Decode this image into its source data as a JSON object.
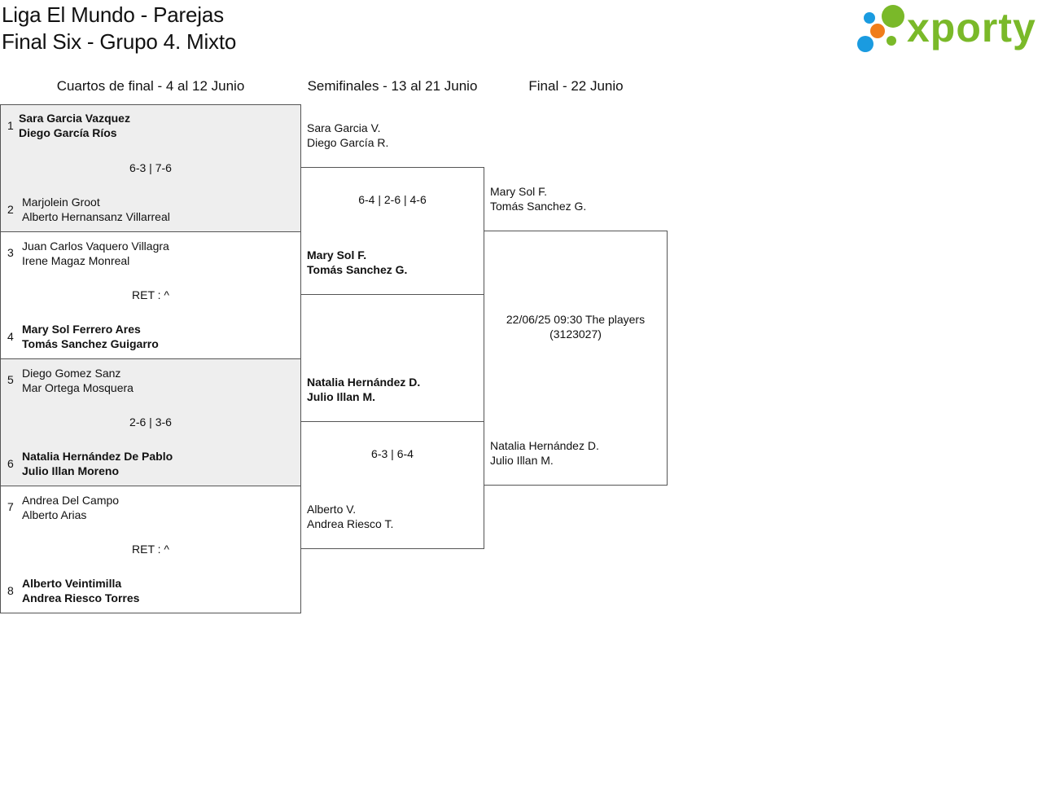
{
  "header": {
    "title_line1": "Liga El Mundo - Parejas",
    "title_line2": "Final Six - Grupo 4. Mixto"
  },
  "logo": {
    "text": "xporty",
    "color_green": "#7ab929",
    "color_blue": "#1a9be0",
    "color_orange": "#f07d1a"
  },
  "rounds": [
    {
      "label": "Cuartos de final - 4 al 12 Junio"
    },
    {
      "label": "Semifinales - 13 al 21 Junio"
    },
    {
      "label": "Final - 22 Junio"
    }
  ],
  "quarterfinals": [
    {
      "top": {
        "seed": "1",
        "p1": "Sara Garcia Vazquez",
        "p2": "Diego García Ríos"
      },
      "score": "6-3 | 7-6",
      "bottom": {
        "seed": "2",
        "p1": "Marjolein Groot",
        "p2": "Alberto Hernansanz Villarreal"
      }
    },
    {
      "top": {
        "seed": "3",
        "p1": "Juan Carlos Vaquero Villagra",
        "p2": "Irene Magaz Monreal"
      },
      "score": "RET : ^",
      "bottom": {
        "seed": "4",
        "p1": "Mary Sol Ferrero Ares",
        "p2": "Tomás Sanchez Guigarro"
      }
    },
    {
      "top": {
        "seed": "5",
        "p1": "Diego Gomez Sanz",
        "p2": "Mar Ortega Mosquera"
      },
      "score": "2-6 | 3-6",
      "bottom": {
        "seed": "6",
        "p1": "Natalia Hernández De Pablo",
        "p2": "Julio Illan Moreno"
      }
    },
    {
      "top": {
        "seed": "7",
        "p1": "Andrea Del Campo",
        "p2": "Alberto Arias"
      },
      "score": "RET : ^",
      "bottom": {
        "seed": "8",
        "p1": "Alberto Veintimilla",
        "p2": "Andrea Riesco Torres"
      }
    }
  ],
  "semifinals": [
    {
      "top": {
        "p1": "Sara Garcia V.",
        "p2": "Diego García R."
      },
      "score": "6-4 | 2-6 | 4-6",
      "bottom": {
        "p1": "Mary Sol F.",
        "p2": "Tomás Sanchez G."
      }
    },
    {
      "top": {
        "p1": "Natalia Hernández D.",
        "p2": "Julio Illan M."
      },
      "score": "6-3 | 6-4",
      "bottom": {
        "p1": "Alberto V.",
        "p2": "Andrea Riesco T."
      }
    }
  ],
  "final": {
    "top": {
      "p1": "Mary Sol F.",
      "p2": "Tomás Sanchez G."
    },
    "info_line1": "22/06/25 09:30 The players",
    "info_line2": "(3123027)",
    "bottom": {
      "p1": "Natalia Hernández D.",
      "p2": "Julio Illan M."
    }
  }
}
